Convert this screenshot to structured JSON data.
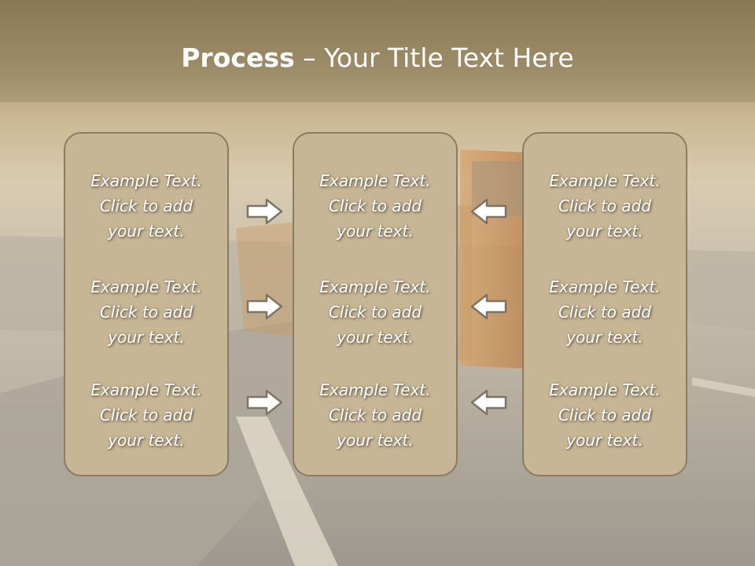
{
  "slide": {
    "title_bold": "Process",
    "title_rest": " – Your Title Text Here",
    "colors": {
      "panel": "#c6b696",
      "panel_border": "#8a7c63",
      "header": "#9a8b6a"
    }
  },
  "columns": [
    {
      "blocks": [
        {
          "l1": "Example Text.",
          "l2": "Click  to add",
          "l3": "your text."
        },
        {
          "l1": "Example Text.",
          "l2": "Click  to add",
          "l3": "your text."
        },
        {
          "l1": "Example Text.",
          "l2": "Click  to add",
          "l3": "your text."
        }
      ]
    },
    {
      "blocks": [
        {
          "l1": "Example Text.",
          "l2": "Click  to add",
          "l3": "your text."
        },
        {
          "l1": "Example Text.",
          "l2": "Click  to add",
          "l3": "your text."
        },
        {
          "l1": "Example Text.",
          "l2": "Click  to add",
          "l3": "your text."
        }
      ]
    },
    {
      "blocks": [
        {
          "l1": "Example Text.",
          "l2": "Click  to add",
          "l3": "your text."
        },
        {
          "l1": "Example Text.",
          "l2": "Click  to add",
          "l3": "your text."
        },
        {
          "l1": "Example Text.",
          "l2": "Click  to add",
          "l3": "your text."
        }
      ]
    }
  ],
  "arrows": {
    "left_group": "right-arrow-icon",
    "right_group": "left-arrow-icon"
  }
}
